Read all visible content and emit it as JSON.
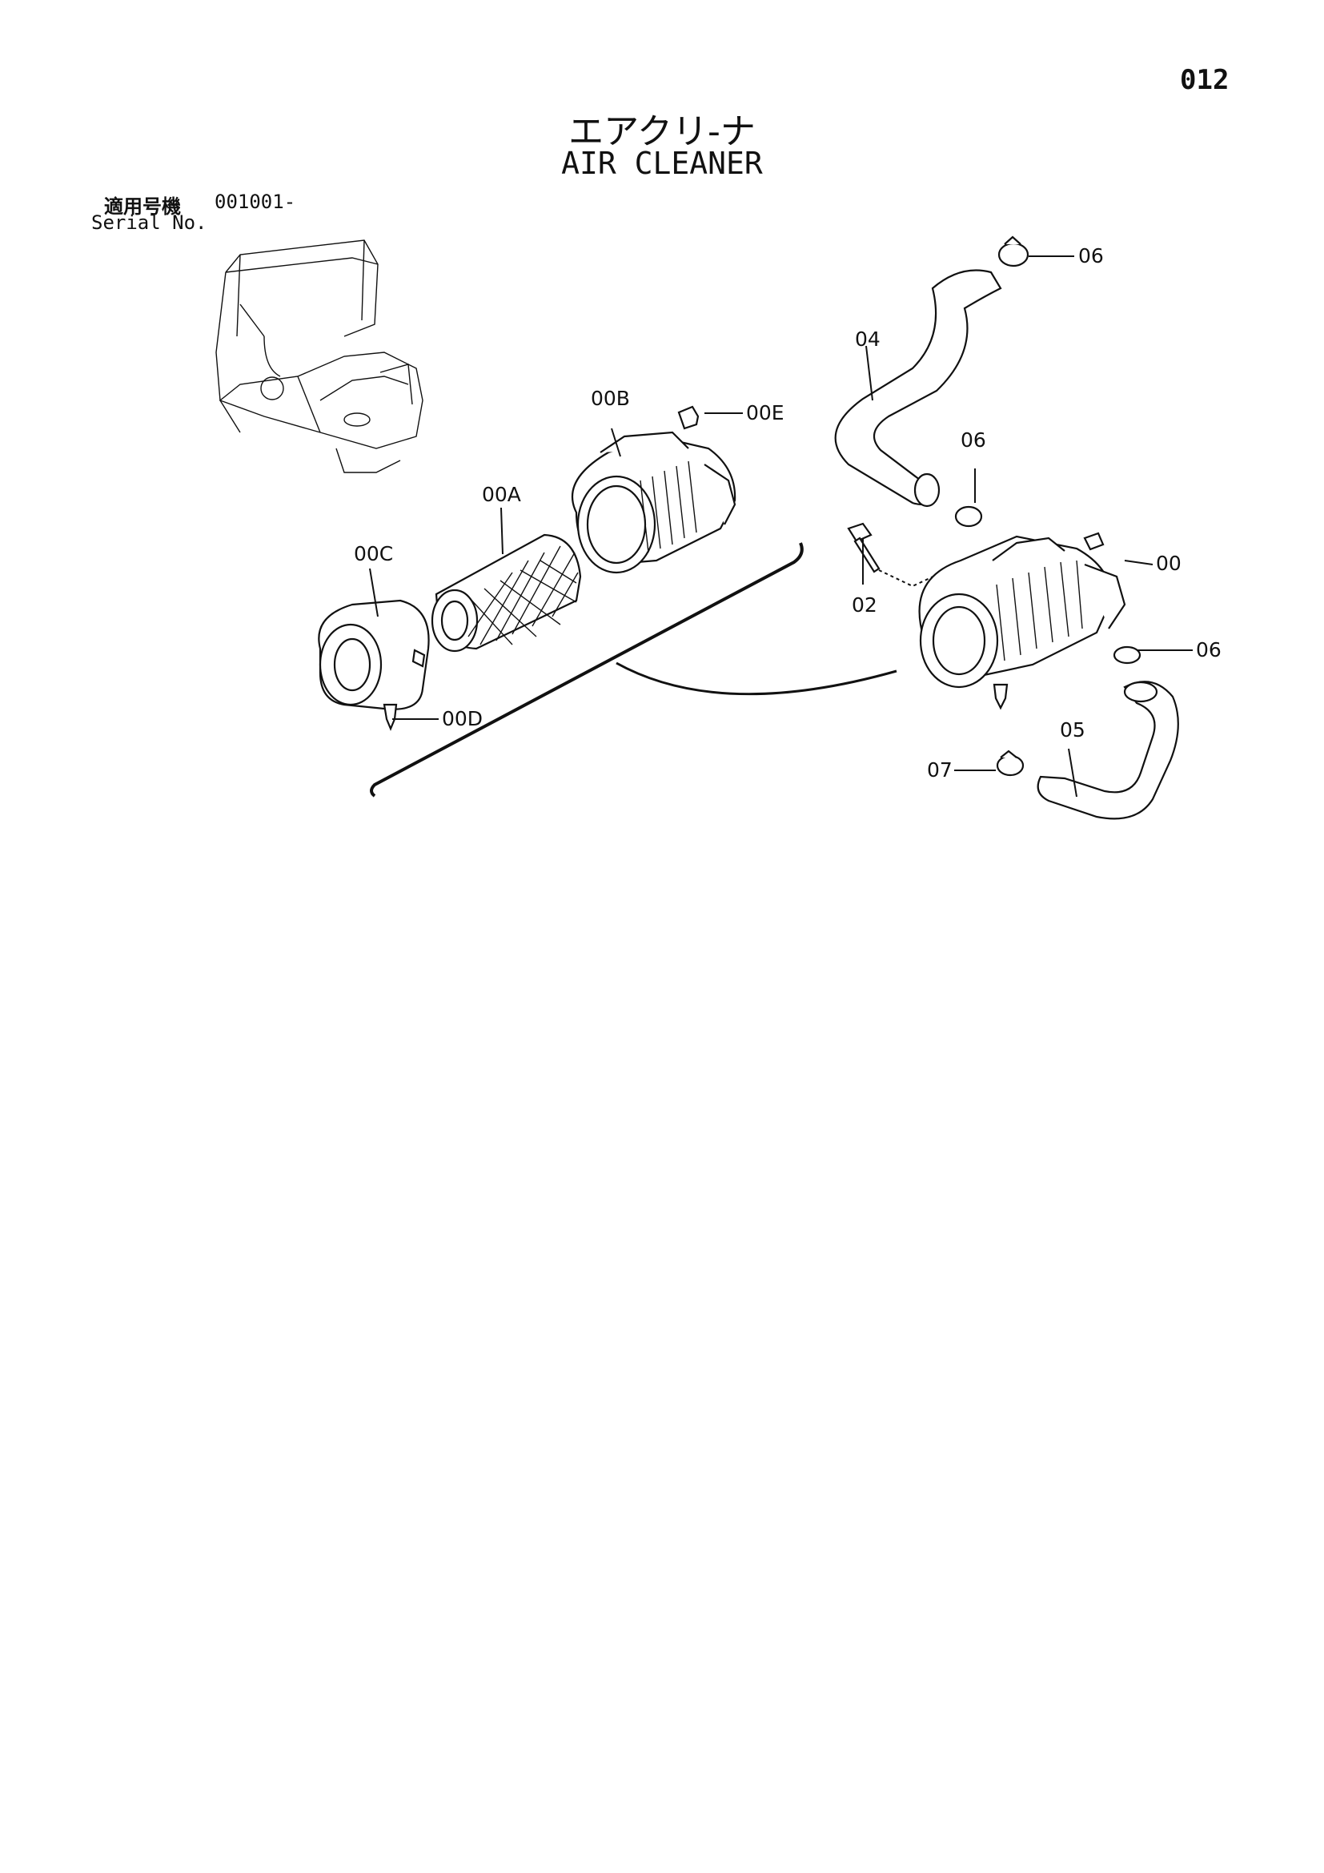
{
  "page_number": "012",
  "title_jp": "エアクリ-ナ",
  "title_en": "AIR CLEANER",
  "serial": {
    "label_jp": "適用号機",
    "value": "001001-",
    "label_en": "Serial No."
  },
  "parts": {
    "p00": "00",
    "p00A": "00A",
    "p00B": "00B",
    "p00C": "00C",
    "p00D": "00D",
    "p00E": "00E",
    "p02": "02",
    "p04": "04",
    "p05": "05",
    "p06a": "06",
    "p06b": "06",
    "p06c": "06",
    "p07": "07"
  }
}
